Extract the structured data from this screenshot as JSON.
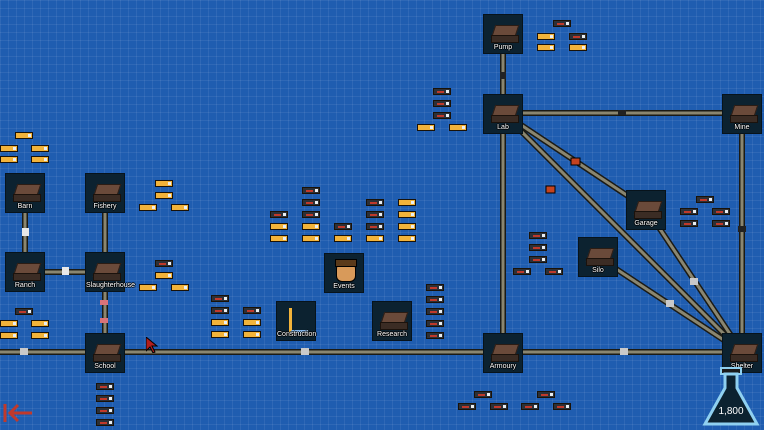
{
  "buildings": [
    {
      "id": "pump",
      "label": "Pump"
    },
    {
      "id": "lab",
      "label": "Lab"
    },
    {
      "id": "mine",
      "label": "Mine"
    },
    {
      "id": "barn",
      "label": "Barn"
    },
    {
      "id": "fishery",
      "label": "Fishery"
    },
    {
      "id": "garage",
      "label": "Garage"
    },
    {
      "id": "silo",
      "label": "Silo"
    },
    {
      "id": "ranch",
      "label": "Ranch"
    },
    {
      "id": "slaughterhouse",
      "label": "Slaughterhouse"
    },
    {
      "id": "events",
      "label": "Events"
    },
    {
      "id": "construction",
      "label": "Construction"
    },
    {
      "id": "research",
      "label": "Research"
    },
    {
      "id": "school",
      "label": "School"
    },
    {
      "id": "armoury",
      "label": "Armoury"
    },
    {
      "id": "shelter",
      "label": "Shelter"
    }
  ],
  "research_points": "1,800",
  "colors": {
    "board": "#1f5db0",
    "road": "#7d7a66",
    "building": "#0c2230",
    "tag_yellow": "#f2b33a",
    "tag_dark": "#2d3036",
    "accent_red": "#c0392b"
  },
  "icons": {
    "back": "back-arrow-icon",
    "research": "flask-icon",
    "cursor": "cursor-icon"
  }
}
